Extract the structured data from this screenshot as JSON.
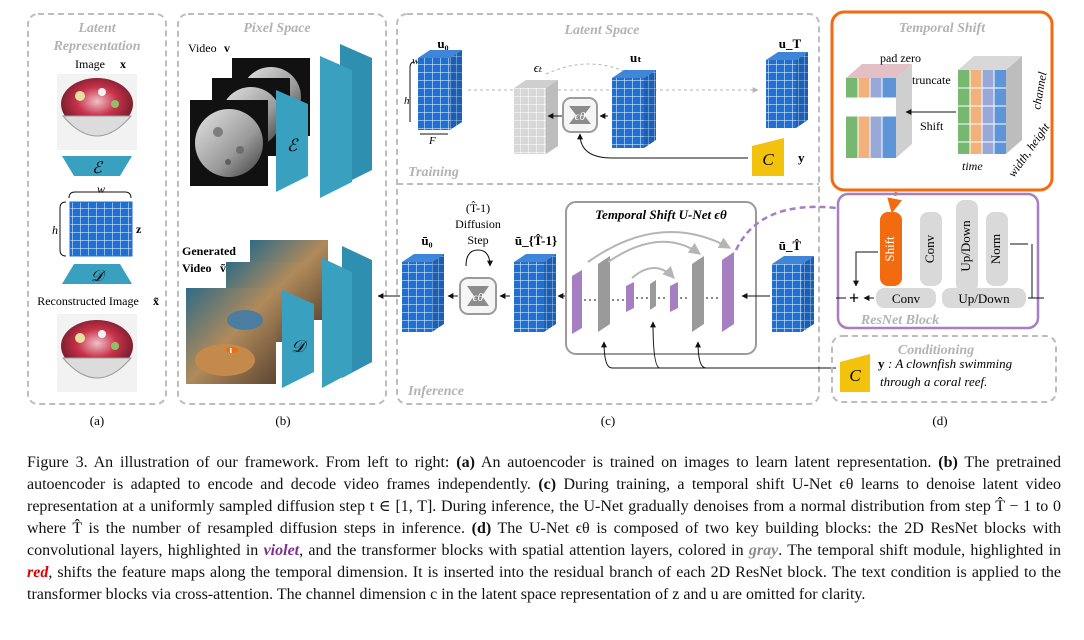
{
  "panels": {
    "a": {
      "title_line1": "Latent",
      "title_line2": "Representation",
      "image_label": "Image",
      "image_symbol": "x",
      "encoder_symbol": "ℰ",
      "decoder_symbol": "𝒟",
      "dim_w": "w",
      "dim_h": "h",
      "latent_symbol": "z",
      "recon_label": "Reconstructed Image",
      "recon_symbol": "x̃",
      "panel_letter": "(a)"
    },
    "b": {
      "title": "Pixel Space",
      "video_label": "Video",
      "video_symbol": "v",
      "encoder_symbol": "ℰ",
      "generated_label_line1": "Generated",
      "generated_label_line2": "Video",
      "generated_symbol": "ṽ",
      "decoder_symbol": "𝒟",
      "panel_letter": "(b)"
    },
    "c": {
      "title": "Latent Space",
      "u0": "u₀",
      "dim_w": "w",
      "dim_h": "h",
      "dim_F": "F",
      "eps_t": "ϵₜ",
      "u_t": "uₜ",
      "u_T": "u_T",
      "eps_theta": "ϵθ",
      "cond_C": "C",
      "cond_y": "y",
      "training_label": "Training",
      "inference_label": "Inference",
      "ubar0": "ū₀",
      "step_line1": "(T̂-1)",
      "step_line2": "Diffusion",
      "step_line3": "Step",
      "ubar_T1": "ū_{T̂-1}",
      "unet_title": "Temporal Shift U-Net ϵθ",
      "ubar_T": "ū_T̂",
      "panel_letter": "(c)"
    },
    "d": {
      "ts_title": "Temporal Shift",
      "pad_zero": "pad zero",
      "truncate": "truncate",
      "shift": "Shift",
      "channel": "channel",
      "time": "time",
      "width_height": "width, height",
      "resnet_shift": "Shift",
      "resnet_conv": "Conv",
      "resnet_updown": "Up/Down",
      "resnet_norm": "Norm",
      "resnet_conv2": "Conv",
      "resnet_updown2": "Up/Down",
      "resnet_title": "ResNet Block",
      "conditioning_title": "Conditioning",
      "cond_C": "C",
      "cond_y": "y",
      "cond_text_line1": ": A clownfish swimming",
      "cond_text_line2": "through a coral reef.",
      "panel_letter": "(d)"
    }
  },
  "caption": {
    "p1": "Figure 3.  An illustration of our framework.  From left to right: ",
    "a_label": "(a)",
    "p2": " An autoencoder is trained on images to learn latent representation. ",
    "b_label": "(b)",
    "p3": " The pretrained autoencoder is adapted to encode and decode video frames independently. ",
    "c_label": "(c)",
    "p4": " During training, a temporal shift U-Net ϵθ learns to denoise latent video representation at a uniformly sampled diffusion step t ∈ [1, T]. During inference, the U-Net gradually denoises from a normal distribution from step T̂ − 1 to 0 where T̂ is the number of resampled diffusion steps in inference. ",
    "d_label": "(d)",
    "p5": " The U-Net ϵθ is composed of two key building blocks: the 2D ResNet blocks with convolutional layers, highlighted in ",
    "violet": "violet",
    "p6": ", and the transformer blocks with spatial attention layers, colored in ",
    "gray": "gray",
    "p7": ". The temporal shift module, highlighted in ",
    "red": "red",
    "p8": ", shifts the feature maps along the temporal dimension.  It is inserted into the residual branch of each 2D ResNet block.  The text condition is applied to the transformer blocks via cross-attention. The channel dimension c in the latent space representation of z and u are omitted for clarity."
  },
  "colors": {
    "blue_cell": "#1f6fd1",
    "panel_border": "#bdbdbd",
    "violet": "#a57fc2",
    "gray_block": "#9a9a9a",
    "orange": "#f36b0f",
    "teal": "#3aa0c0",
    "cond_yellow": "#f3c20c"
  }
}
